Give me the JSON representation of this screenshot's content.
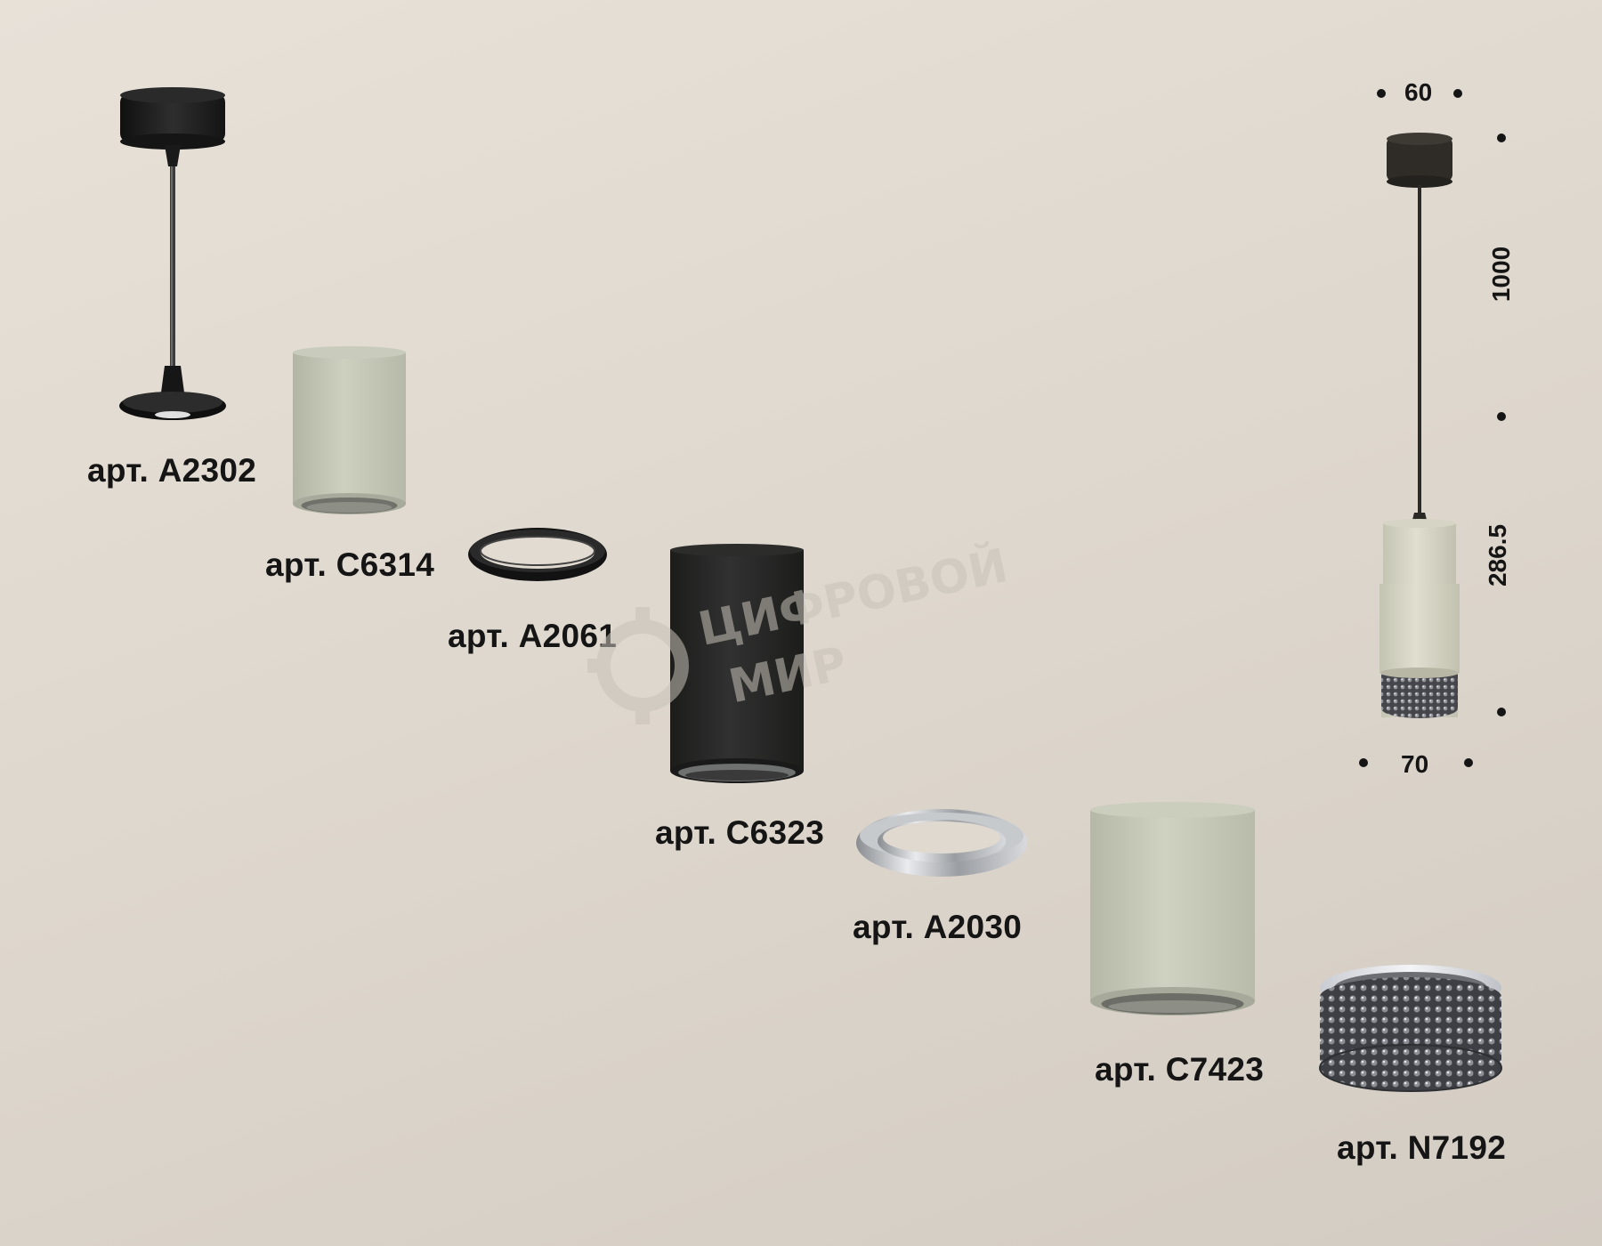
{
  "parts": [
    {
      "id": "A2302",
      "label": "арт. A2302",
      "icon": "ceiling-mount-kit-icon",
      "color": "#1e1e1e"
    },
    {
      "id": "C6314",
      "label": "арт. C6314",
      "icon": "cylinder-shade-icon",
      "color": "#c6c9b8"
    },
    {
      "id": "A2061",
      "label": "арт. A2061",
      "icon": "ring-black-icon",
      "color": "#111111"
    },
    {
      "id": "C6323",
      "label": "арт. C6323",
      "icon": "cylinder-shade-icon",
      "color": "#252624"
    },
    {
      "id": "A2030",
      "label": "арт. A2030",
      "icon": "ring-chrome-icon",
      "color": "#b9bcc0"
    },
    {
      "id": "C7423",
      "label": "арт. C7423",
      "icon": "cylinder-shade-icon",
      "color": "#c8cbb9"
    },
    {
      "id": "N7192",
      "label": "арт. N7192",
      "icon": "crystal-diffuser-icon",
      "color": "#5a5b60"
    }
  ],
  "dimensions": {
    "top_width": "60",
    "cable_length": "1000",
    "body_height": "286.5",
    "bottom_width": "70"
  },
  "watermark": {
    "line1": "ЦИФРОВОЙ",
    "line2": "МИР"
  }
}
